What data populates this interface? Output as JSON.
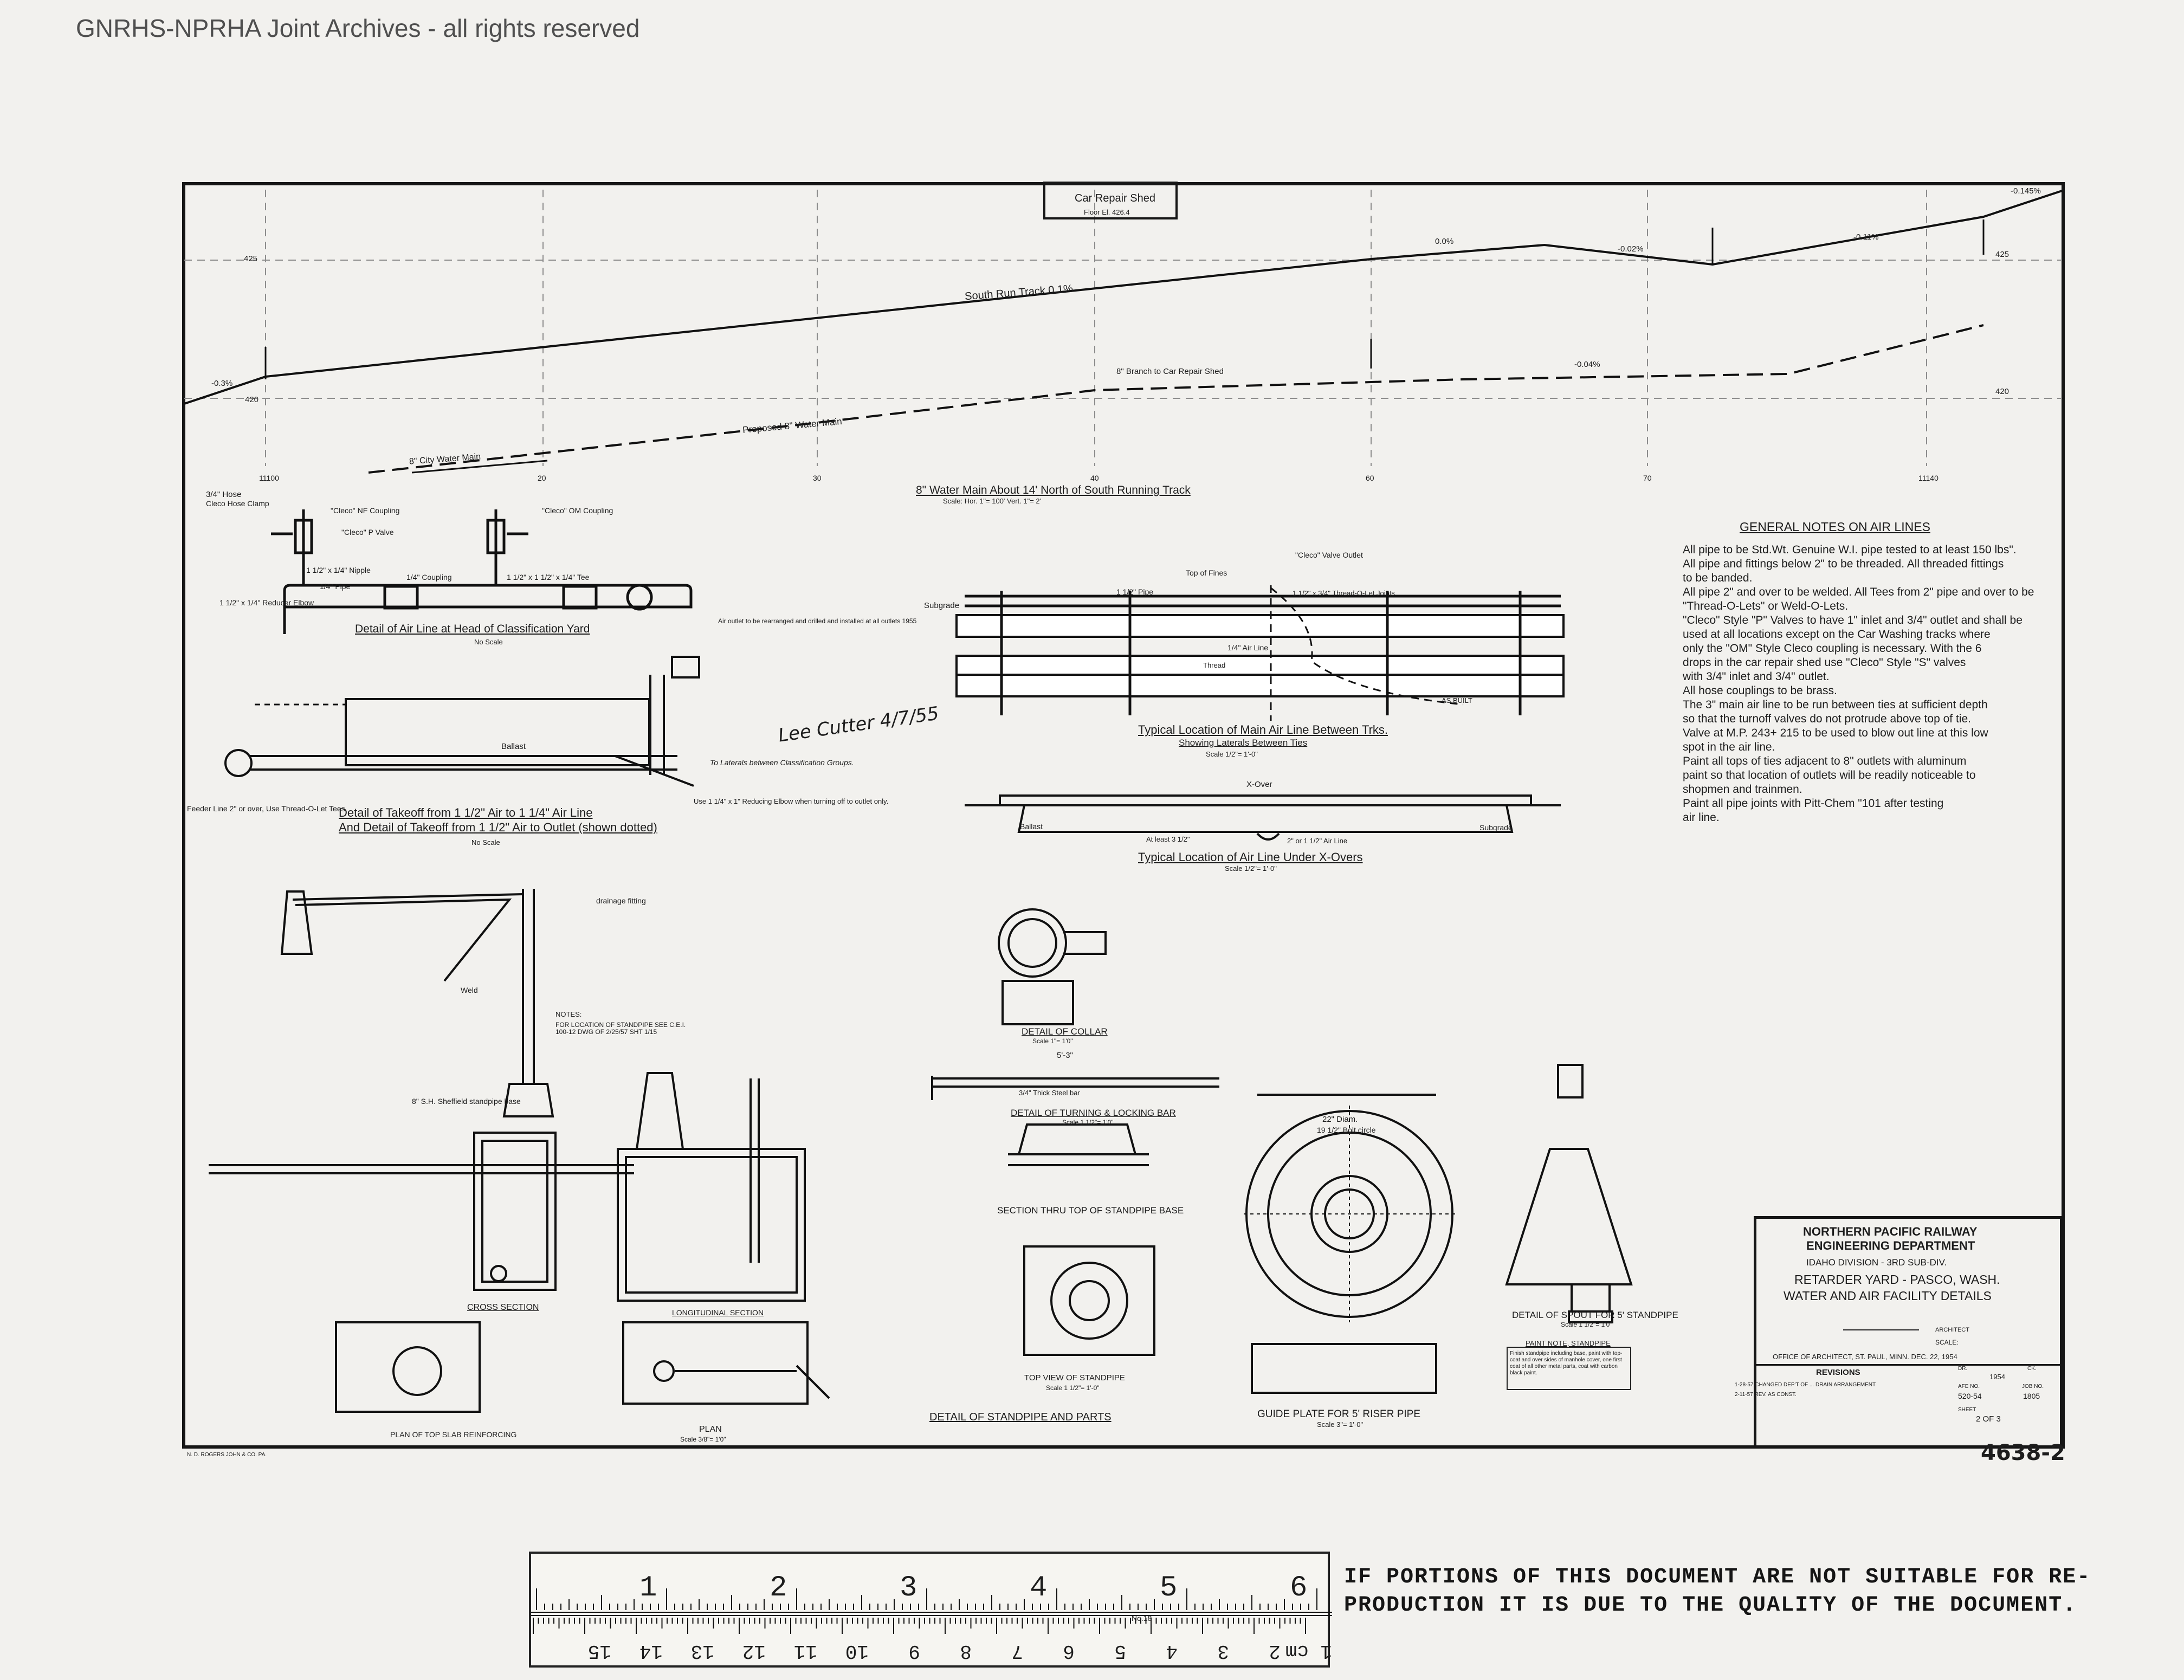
{
  "archive": {
    "watermark": "GNRHS-NPRHA Joint Archives - all rights reserved"
  },
  "profile": {
    "building_label": "Car Repair Shed",
    "building_elevation": "Floor El. 426.4",
    "south_run_track": "South Run Track 0.1%",
    "branch_label": "8\" Branch to Car Repair Shed",
    "proposed_main": "Proposed 8\" Water Main",
    "city_main": "8\" City Water Main",
    "elev_425": "425",
    "elev_420": "420",
    "grade_left": "-0.3%",
    "grade_a": "0.0%",
    "grade_b": "-0.02%",
    "grade_c": "-0.11%",
    "grade_d": "-0.04%",
    "grade_right": "-0.145%",
    "station_left": "11100",
    "station_right": "11140",
    "tick_20": "20",
    "tick_30": "30",
    "tick_40": "40",
    "tick_60": "60",
    "tick_70": "70",
    "caption": "8\" Water Main About 14' North of South Running Track",
    "caption_scale": "Scale: Hor. 1\"= 100'  Vert. 1\"= 2'"
  },
  "details": {
    "head_yard_title": "Detail of Air Line at Head of Classification Yard",
    "head_yard_scale": "No Scale",
    "hose_label": "3/4\" Hose",
    "hose_clamp": "Cleco Hose Clamp",
    "nf_coupling": "\"Cleco\" NF Coupling",
    "om_coupling": "\"Cleco\" OM Coupling",
    "p_valve": "\"Cleco\" P Valve",
    "nipple": "1 1/2\" x 1/4\" Nipple",
    "coupling": "1/4\" Coupling",
    "tee": "1 1/2\" x 1 1/2\" x 1/4\" Tee",
    "pipe": "1/4\" Pipe",
    "reducer_elbow": "1 1/2\" x 1/4\" Reducer Elbow",
    "takeoff_title_1": "Detail of Takeoff from 1 1/2\" Air to 1 1/4\" Air Line",
    "takeoff_title_2": "And Detail of Takeoff from 1 1/2\" Air to Outlet (shown dotted)",
    "takeoff_scale": "No Scale",
    "ballast": "Ballast",
    "feeder_note": "Feeder Line 2\" or over, Use Thread-O-Let Tees",
    "use_elbow_note": "Use 1 1/4\" x 1\" Reducing Elbow when turning off to outlet only.",
    "laterals_note": "To Laterals between Classification Groups.",
    "signature": "Lee Cutter 4/7/55",
    "revision_note": "Air outlet to be rearranged and drilled and installed at all outlets 1955",
    "main_title": "Typical Location of Main Air Line Between Trks.",
    "main_subtitle": "Showing Laterals Between Ties",
    "main_scale": "Scale 1/2\"= 1'-0\"",
    "top_of_fines": "Top of Fines",
    "subgrade": "Subgrade",
    "air_line_pipe": "1 1/2\" Pipe",
    "valve_outlet": "\"Cleco\" Valve Outlet",
    "thread_o_let": "1 1/2\" x 3/4\" Thread-O-Let Joints",
    "air_line": "1/4\" Air Line",
    "thread_label": "Thread",
    "as_built": "AS BUILT",
    "xover_title": "Typical Location of Air Line Under X-Overs",
    "xover_scale": "Scale 1/2\"= 1'-0\"",
    "xover": "X-Over",
    "at_least": "At least 3 1/2\"",
    "air_line_2": "2\" or 1 1/2\" Air Line",
    "collar_title": "DETAIL OF COLLAR",
    "collar_scale": "Scale 1\"= 1'0\"",
    "bar_title": "DETAIL OF TURNING & LOCKING BAR",
    "bar_scale": "Scale 1 1/2\"= 1'0\"",
    "bar_dim": "5'-3\"",
    "bar_steel": "3/4\" Thick Steel bar",
    "section_title": "SECTION THRU TOP OF STANDPIPE BASE",
    "cross_section": "CROSS SECTION",
    "long_section": "LONGITUDINAL SECTION",
    "plan_label": "PLAN",
    "plan_scale": "Scale 3/8\"= 1'0\"",
    "plan_slab": "PLAN OF TOP SLAB REINFORCING",
    "standpipe_title": "DETAIL OF STANDPIPE AND PARTS",
    "top_view": "TOP VIEW OF STANDPIPE",
    "top_view_scale": "Scale 1 1/2\"= 1'-0\"",
    "guide_title": "GUIDE PLATE FOR 5' RISER PIPE",
    "guide_scale": "Scale 3\"= 1'-0\"",
    "dia_22": "22\" Diam.",
    "bolt_circle": "19 1/2\" Bolt circle",
    "spout_title": "DETAIL OF SPOUT FOR 5' STANDPIPE",
    "spout_scale": "Scale 1 1/2\"= 1'0\"",
    "paint_note_title": "PAINT NOTE, STANDPIPE",
    "paint_note": "Finish standpipe including base, paint with top-coat and over sides of manhole cover, one first coat of all other metal parts, coat with carbon black paint.",
    "sheffield": "8\" S.H. Sheffield standpipe base",
    "weld": "Weld",
    "drainage": "drainage fitting",
    "notes_header": "NOTES:",
    "notes_text": "FOR LOCATION OF STANDPIPE SEE C.E.I. 100-12 DWG OF 2/25/57 SHT 1/15"
  },
  "general_notes": {
    "title": "GENERAL NOTES ON AIR LINES",
    "lines": [
      "All pipe to be Std.Wt. Genuine W.I. pipe tested to at least 150 lbs\".",
      "All pipe and fittings below 2\" to be threaded. All threaded fittings",
      "     to be banded.",
      "All pipe 2\" and over to be welded. All Tees from 2\" pipe and over to be",
      "     \"Thread-O-Lets\" or Weld-O-Lets.",
      "\"Cleco\" Style \"P\"  Valves to have 1\" inlet and 3/4\" outlet and shall be",
      "     used at all locations except on the Car Washing tracks where",
      "     only the \"OM\" Style Cleco coupling is necessary. With the 6",
      "     drops in the car repair shed use \"Cleco\" Style \"S\" valves",
      "     with 3/4\" inlet and 3/4\" outlet.",
      "All hose couplings to be brass.",
      "The 3\" main air line to be run between ties at sufficient depth",
      "     so that the turnoff valves do not protrude above top of tie.",
      "Valve at M.P. 243+ 215 to be used to blow out line at this low",
      "     spot in the air line.",
      "     Paint all tops of ties adjacent to 8\" outlets with aluminum",
      "paint so that location of outlets will be readily noticeable to",
      "shopmen and trainmen.",
      "     Paint all pipe joints with Pitt-Chem \"101 after testing",
      "air line."
    ]
  },
  "title_block": {
    "company": "NORTHERN PACIFIC RAILWAY",
    "department": "ENGINEERING DEPARTMENT",
    "division": "IDAHO  DIVISION - 3RD  SUB-DIV.",
    "location": "RETARDER YARD - PASCO, WASH.",
    "subject": "WATER AND AIR FACILITY DETAILS",
    "architect": "ARCHITECT",
    "scale_label": "SCALE:",
    "office": "OFFICE OF ARCHITECT, ST. PAUL, MINN. DEC. 22, 1954",
    "revisions": "REVISIONS",
    "rev_1": "1-28-57  CHANGED DEP'T OF ... DRAIN ARRANGEMENT",
    "rev_2": "2-11-57  REV. AS CONST.",
    "dr_by": "DR.",
    "ck_label": "CK.",
    "ck": "1954",
    "afe": "AFE NO.",
    "afe_no": "520-54",
    "job": "JOB NO.",
    "job_no": "1805",
    "sheet_label": "SHEET",
    "sheet": "2 OF 3",
    "file_no": "4638-2"
  },
  "ruler": {
    "inch_1": "1",
    "inch_2": "2",
    "inch_3": "3",
    "inch_4": "4",
    "inch_5": "5",
    "inch_6": "6",
    "model": "No.18",
    "cm_labels": [
      "1 cm",
      "2",
      "3",
      "4",
      "5",
      "6",
      "7",
      "8",
      "9",
      "10",
      "11",
      "12",
      "13",
      "14",
      "15"
    ]
  },
  "repro_notice": {
    "line1": "IF PORTIONS OF THIS DOCUMENT ARE NOT SUITABLE FOR RE-",
    "line2": "PRODUCTION IT IS DUE TO THE QUALITY OF THE DOCUMENT."
  },
  "printer": "N. D. ROGERS JOHN & CO. PA."
}
